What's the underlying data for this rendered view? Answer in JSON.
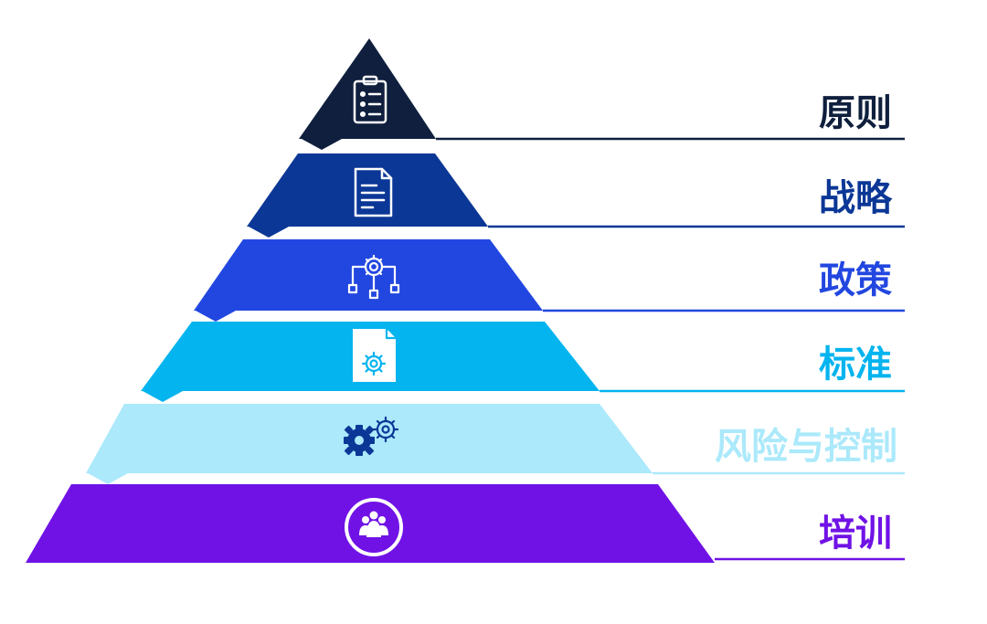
{
  "pyramid": {
    "levels": [
      {
        "label": "原则",
        "color": "#0f1f3d",
        "text_color": "#0f1f3d",
        "icon": "clipboard-checklist-icon"
      },
      {
        "label": "战略",
        "color": "#0b3796",
        "text_color": "#0b3796",
        "icon": "document-icon"
      },
      {
        "label": "政策",
        "color": "#2247e0",
        "text_color": "#2247e0",
        "icon": "gear-network-icon"
      },
      {
        "label": "标准",
        "color": "#04b4ef",
        "text_color": "#04b4ef",
        "icon": "gear-document-icon"
      },
      {
        "label": "风险与控制",
        "color": "#abe9fb",
        "text_color": "#abe9fb",
        "icon": "gears-icon"
      },
      {
        "label": "培训",
        "color": "#7012e6",
        "text_color": "#7012e6",
        "icon": "team-circle-icon"
      }
    ]
  }
}
